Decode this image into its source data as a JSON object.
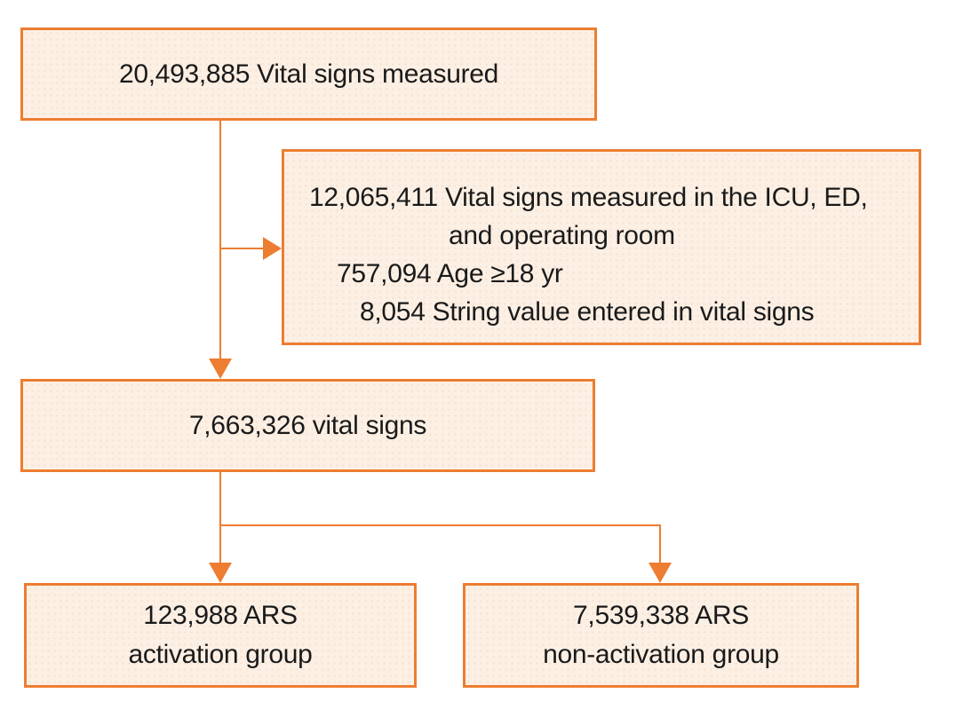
{
  "figure": {
    "type": "flowchart",
    "boxes": {
      "top": {
        "text": "20,493,885 Vital signs measured"
      },
      "exclusions": {
        "lines": [
          {
            "text": "12,065,411 Vital signs measured in the ICU, ED,"
          },
          {
            "text": "and operating room"
          },
          {
            "text": "757,094 Age ≥18 yr"
          },
          {
            "text": "8,054 String value entered in vital signs"
          }
        ]
      },
      "middle": {
        "text": "7,663,326 vital signs"
      },
      "bottom_left": {
        "line1": "123,988 ARS",
        "line2": "activation group"
      },
      "bottom_right": {
        "line1": "7,539,338 ARS",
        "line2": "non-activation group"
      }
    },
    "colors": {
      "border": "#ED7D31",
      "box_fill": "#FCF0E5",
      "connector": "#ED7D31",
      "text": "#1A1A1A",
      "background": "#FFFFFF"
    }
  }
}
